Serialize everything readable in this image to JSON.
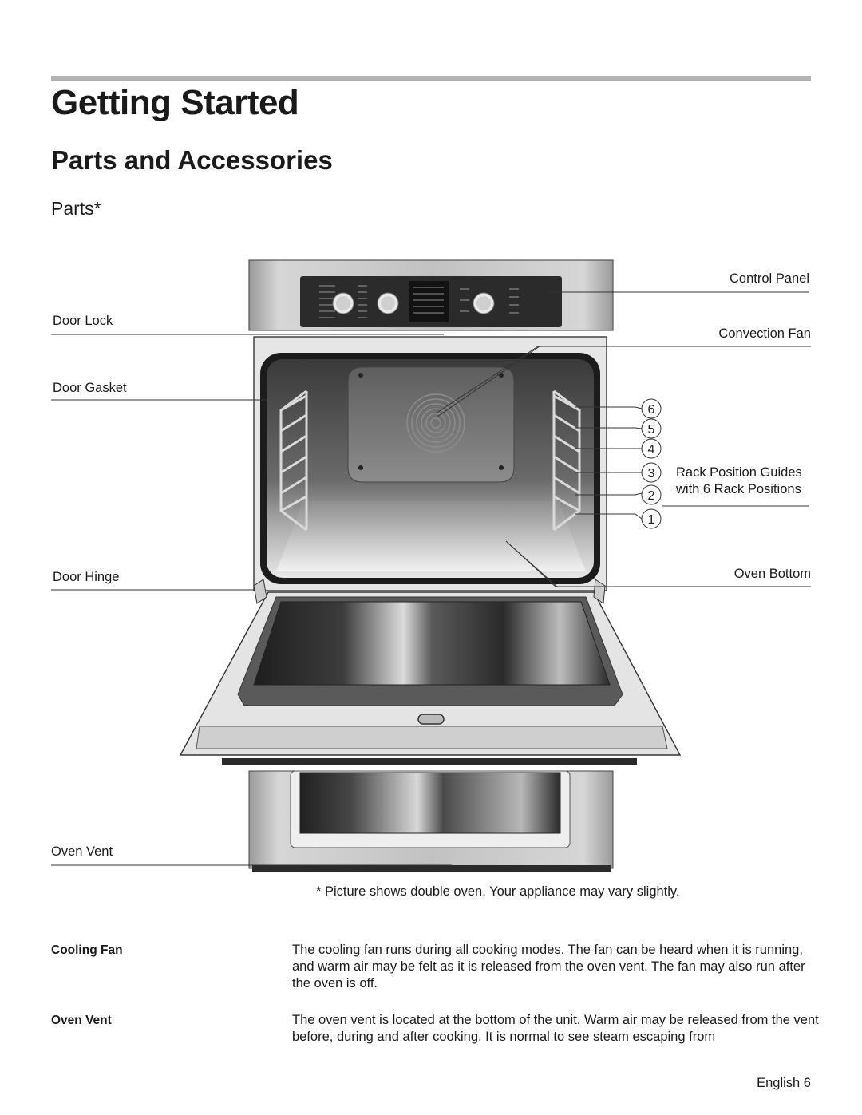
{
  "page": {
    "title": "Getting Started",
    "section_title": "Parts and Accessories",
    "subsection_title": "Parts*"
  },
  "diagram": {
    "labels": {
      "control_panel": "Control Panel",
      "door_lock": "Door Lock",
      "convection_fan": "Convection Fan",
      "door_gasket": "Door Gasket",
      "rack_guides_line1": "Rack Position Guides",
      "rack_guides_line2": "with 6 Rack Positions",
      "door_hinge": "Door Hinge",
      "oven_bottom": "Oven Bottom",
      "oven_vent": "Oven Vent"
    },
    "rack_numbers": [
      "6",
      "5",
      "4",
      "3",
      "2",
      "1"
    ],
    "caption": "* Picture shows double oven. Your appliance may vary slightly."
  },
  "definitions": [
    {
      "term": "Cooling Fan",
      "description": "The cooling fan runs during all cooking modes. The fan can be heard when it is running, and warm air may be felt as it is released from the oven vent. The fan may also run after the oven is off."
    },
    {
      "term": "Oven Vent",
      "description": "The oven vent is located at the bottom of the unit. Warm air may be released from the vent before, during and after cooking. It is normal to see steam escaping from"
    }
  ],
  "footer": {
    "page_label": "English 6"
  }
}
